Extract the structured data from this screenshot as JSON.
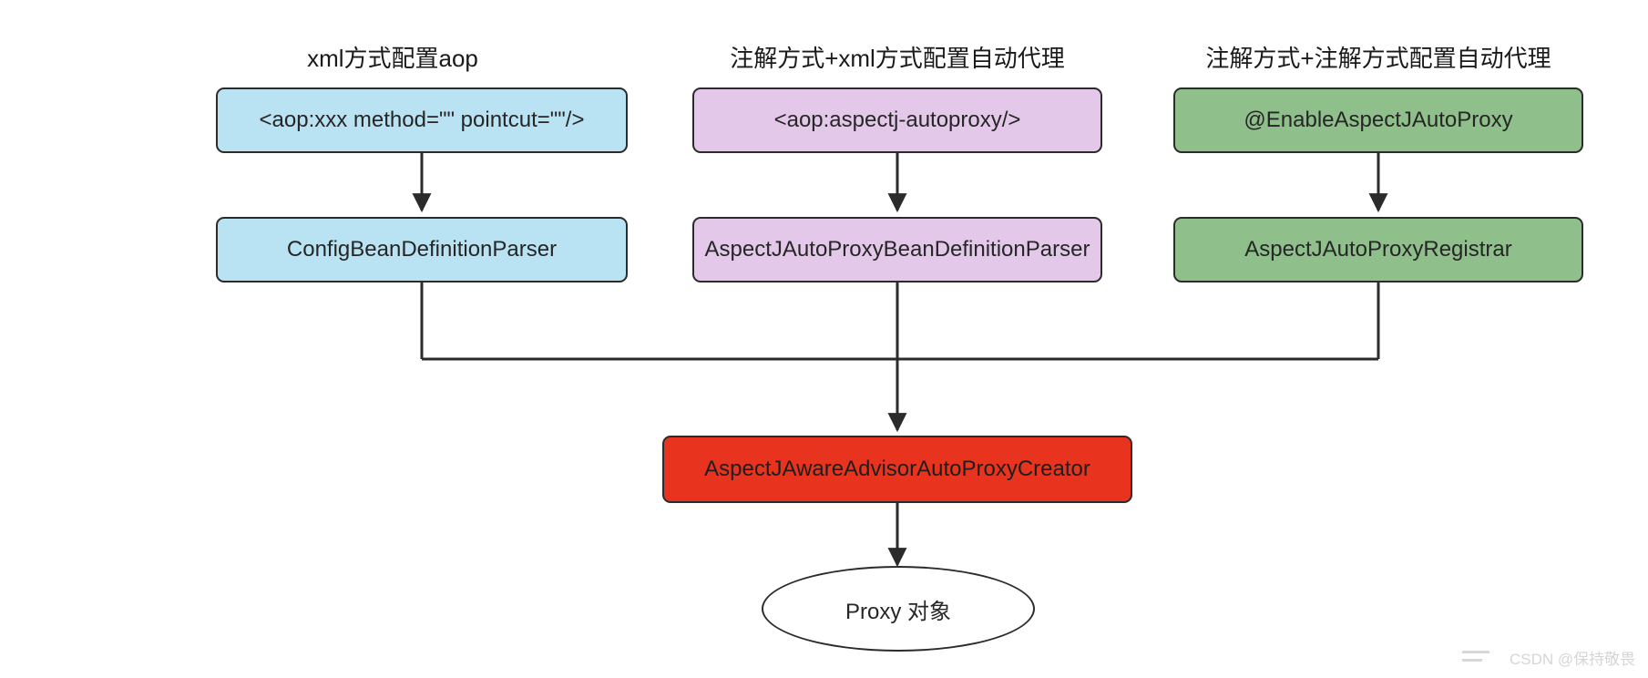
{
  "diagram": {
    "title_row": [
      {
        "id": "col1",
        "label": "xml方式配置aop"
      },
      {
        "id": "col2",
        "label": "注解方式+xml方式配置自动代理"
      },
      {
        "id": "col3",
        "label": "注解方式+注解方式配置自动代理"
      }
    ],
    "nodes": {
      "n1_config": {
        "label": "<aop:xxx method=\"\" pointcut=\"\"/>",
        "color": "#b9e2f2"
      },
      "n1_parser": {
        "label": "ConfigBeanDefinitionParser",
        "color": "#b9e2f2"
      },
      "n2_config": {
        "label": "<aop:aspectj-autoproxy/>",
        "color": "#e3c8ea"
      },
      "n2_parser": {
        "label": "AspectJAutoProxyBeanDefinitionParser",
        "color": "#e3c8ea"
      },
      "n3_config": {
        "label": "@EnableAspectJAutoProxy",
        "color": "#8fbf8b"
      },
      "n3_parser": {
        "label": "AspectJAutoProxyRegistrar",
        "color": "#8fbf8b"
      },
      "creator": {
        "label": "AspectJAwareAdvisorAutoProxyCreator",
        "color": "#e8341f"
      },
      "proxy": {
        "label": "Proxy 对象",
        "color": "#ffffff"
      }
    },
    "edge_color": "#2b2b2b"
  },
  "watermark": {
    "text": "CSDN @保持敬畏"
  }
}
